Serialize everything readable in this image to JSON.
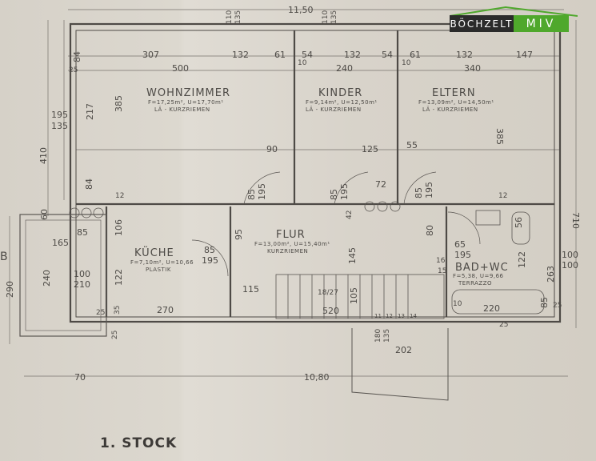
{
  "logo": {
    "left": "BÖCHZELT",
    "right": "MIV",
    "colors": {
      "dark": "#2b2b2b",
      "green": "#4fa82c"
    }
  },
  "title": "1. STOCK",
  "rooms": {
    "wohnzimmer": {
      "name": "WOHNZIMMER",
      "area": "F=17,25m², U=17,70m¹",
      "floor": "LÄ - KURZRIEMEN"
    },
    "kinder": {
      "name": "KINDER",
      "area": "F=9,14m², U=12,50m¹",
      "floor": "LÄ - KURZRIEMEN"
    },
    "eltern": {
      "name": "ELTERN",
      "area": "F=13,09m², U=14,50m¹",
      "floor": "LÄ - KURZRIEMEN"
    },
    "kueche": {
      "name": "KÜCHE",
      "area": "F=7,10m², U=10,66",
      "floor": "PLASTIK"
    },
    "flur": {
      "name": "FLUR",
      "area": "F=13,00m², U=15,40m¹",
      "floor": "KURZRIEMEN"
    },
    "bad": {
      "name": "BAD+WC",
      "area": "F=5,38, U=9,66",
      "floor": "TERRAZZO"
    }
  },
  "dims": {
    "top_total": "11,50",
    "top_w1": "110",
    "top_w1b": "135",
    "top_w2": "110",
    "top_w2b": "135",
    "r1": [
      "307",
      "132",
      "61",
      "54",
      "132",
      "54",
      "61",
      "132",
      "147"
    ],
    "r2": [
      "500",
      "240",
      "340"
    ],
    "ten1": "10",
    "ten2": "10",
    "left_410": "410",
    "left_195": "195",
    "left_135": "135",
    "left_217": "217",
    "left_385": "385",
    "left_84": "84",
    "left_25": "25",
    "left_84b": "84",
    "right_385": "385",
    "right_710": "710",
    "mid": [
      "90",
      "125",
      "55"
    ],
    "door1": "85",
    "door1b": "195",
    "door2": "85",
    "door2b": "195",
    "door3": "85",
    "door3b": "195",
    "d72": "72",
    "d42": "42",
    "d12a": "12",
    "d12b": "12",
    "kueche_door": "85",
    "kueche_doorb": "195",
    "d95": "95",
    "d145": "145",
    "d115": "115",
    "d80": "80",
    "bad_door": "65",
    "bad_doorb": "195",
    "d16": "16",
    "d15": "15",
    "d56": "56",
    "d122r": "122",
    "d263": "263",
    "d100a": "100",
    "d100b": "100",
    "d85r": "85",
    "d25r": "25",
    "d220": "220",
    "d10": "10",
    "d25b": "25",
    "stair": "18/27",
    "d105": "105",
    "d520": "520",
    "steps": [
      "11",
      "12",
      "13",
      "14"
    ],
    "d180": "180",
    "d135b": "135",
    "d202": "202",
    "d270": "270",
    "d122l": "122",
    "d106": "106",
    "d35": "35",
    "d25l": "25",
    "d25l2": "25",
    "bal_165": "165",
    "bal_85": "85",
    "bal_60": "60",
    "bal_240": "240",
    "bal_100": "100",
    "bal_210": "210",
    "bal_290": "290",
    "bottom_70": "70",
    "bottom_total": "10,80",
    "edge_b": "B"
  }
}
